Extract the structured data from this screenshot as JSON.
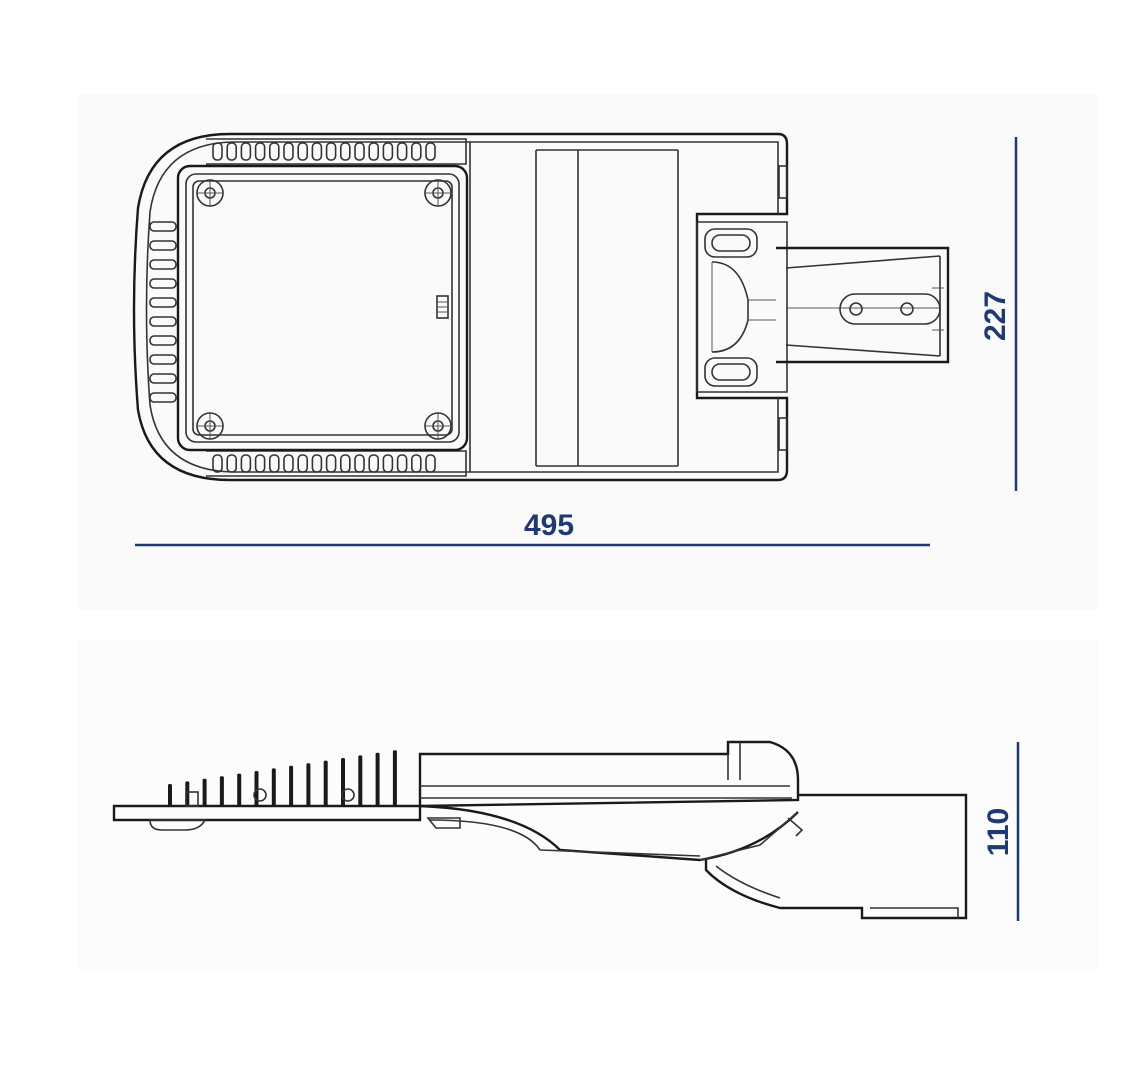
{
  "dimensions": {
    "length": "495",
    "width": "227",
    "height": "110"
  },
  "colors": {
    "dimension": "#1f3a73",
    "line": "#333333",
    "panel": "#f7f7f7"
  }
}
